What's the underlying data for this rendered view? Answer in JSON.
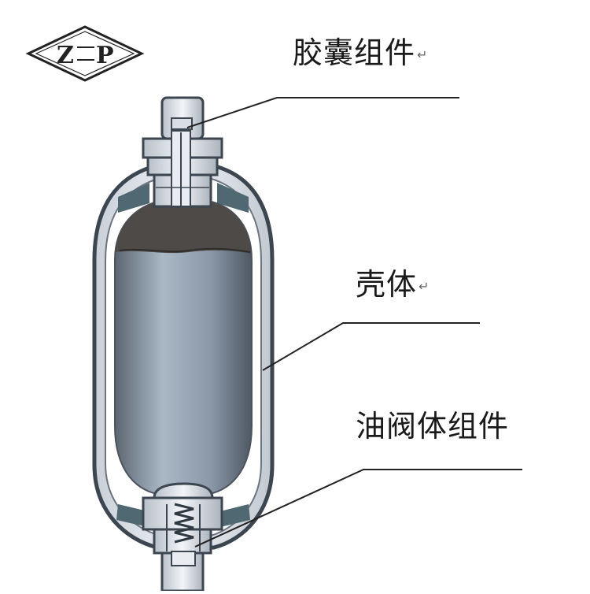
{
  "logo": {
    "letters": [
      "Z",
      "P"
    ],
    "icon": "diamond-logo-icon"
  },
  "labels": {
    "bladder_assembly": "胶囊组件",
    "shell": "壳体",
    "oil_valve_assembly": "油阀体组件",
    "return_mark": "↵"
  },
  "colors": {
    "shell_outline": "#3c4650",
    "shell_fill": "#e3e8ee",
    "bladder_dark": "#5e6670",
    "bladder_light": "#aab8c6",
    "gas_dark": "#4d4a48",
    "leader_line": "#222222"
  }
}
